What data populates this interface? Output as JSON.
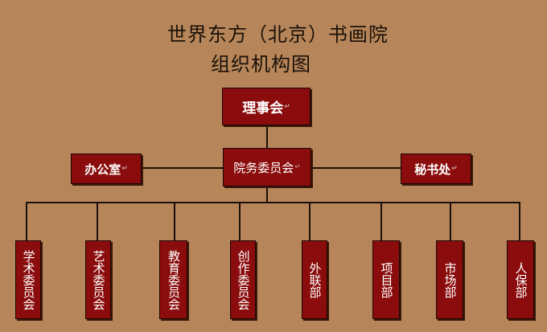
{
  "title": {
    "line1": "世界东方（北京）书画院",
    "line2": "组织机构图"
  },
  "mark": "↵",
  "top_node": {
    "label": "理事会"
  },
  "middle_row": {
    "left": {
      "label": "办公室"
    },
    "center": {
      "label": "院务委员会"
    },
    "right": {
      "label": "秘书处"
    }
  },
  "departments": [
    {
      "label": "学术委员会"
    },
    {
      "label": "艺术委员会"
    },
    {
      "label": "教育委员会"
    },
    {
      "label": "创作委员会"
    },
    {
      "label": "外联部"
    },
    {
      "label": "项目部"
    },
    {
      "label": "市场部"
    },
    {
      "label": "人保部"
    }
  ],
  "colors": {
    "background": "#b6865a",
    "box_fill": "#8b0c0c",
    "box_text": "#ffffff",
    "line": "#1a1008"
  }
}
